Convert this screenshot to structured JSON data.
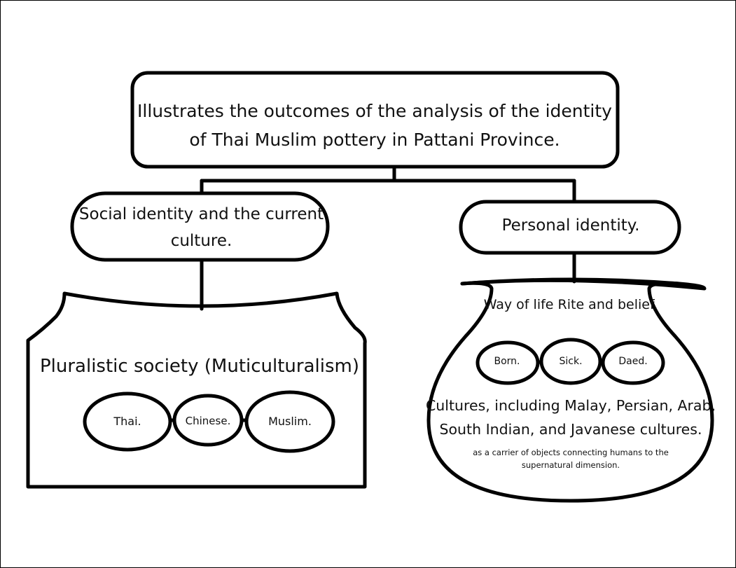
{
  "diagram": {
    "title": "Illustrates the outcomes of the analysis of the identity of Thai Muslim pottery in Pattani Province.",
    "branch_social": {
      "label": "Social identity and the current culture.",
      "vessel_title": "Pluralistic society (Muticulturalism)",
      "chain": [
        "Thai.",
        "Chinese.",
        "Muslim."
      ]
    },
    "branch_personal": {
      "label": "Personal identity.",
      "vessel_title": "Way of life Rite and belief.",
      "chain": [
        "Born.",
        "Sick.",
        "Daed."
      ],
      "cultures": "Cultures, including Malay, Persian, Arab, South Indian, and Javanese cultures.",
      "note": "as a carrier of objects connecting humans to the supernatural dimension."
    }
  }
}
